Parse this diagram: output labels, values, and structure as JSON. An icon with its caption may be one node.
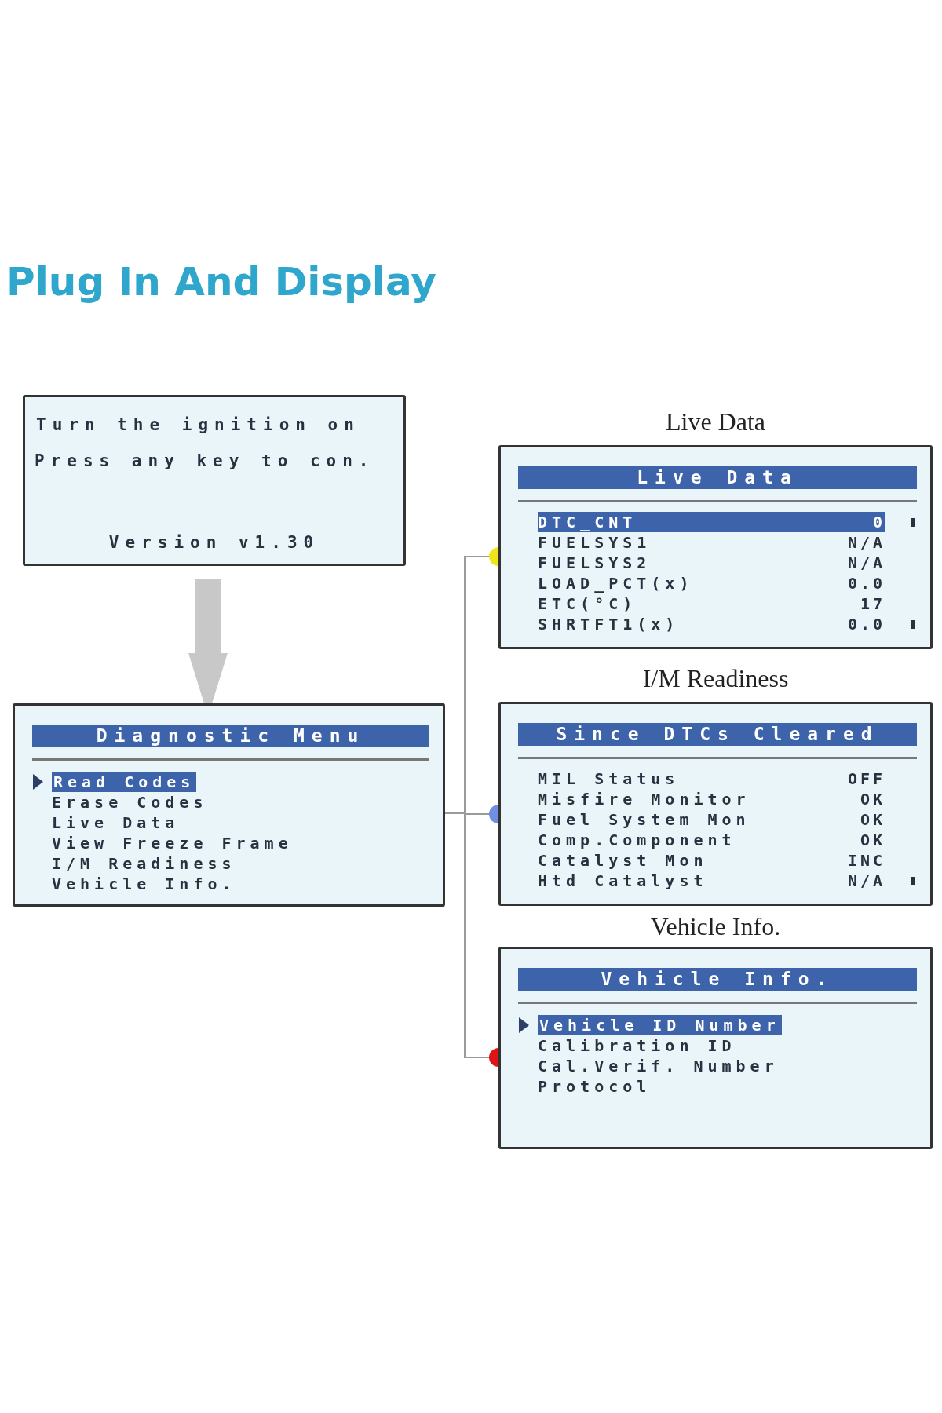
{
  "diagram": {
    "title": "Plug In And Display",
    "nodes": [
      {
        "text": [
          "Turn the ignition on",
          "Press any key to con.",
          "Version v1.30"
        ]
      },
      {
        "text": [
          "Diagnostic Menu",
          "Read Codes",
          "Erase Codes",
          "Live Data",
          "View Freeze Frame",
          "I/M Readiness",
          "Vehicle Info."
        ]
      },
      {
        "text": [
          "Live Data",
          "Live Data",
          "DTC_CNT",
          "0",
          "FUELSYS1",
          "N/A",
          "FUELSYS2",
          "N/A",
          "LOAD_PCT(x)",
          "0.0",
          "ETC(°C)",
          "17",
          "SHRTFT1(x)",
          "0.0"
        ]
      },
      {
        "text": [
          "I/M Readiness",
          "Since DTCs Cleared",
          "MIL Status",
          "OFF",
          "Misfire Monitor",
          "OK",
          "Fuel System Mon",
          "OK",
          "Comp.Component",
          "OK",
          "Catalyst Mon",
          "INC",
          "Htd Catalyst",
          "N/A"
        ]
      },
      {
        "text": [
          "Vehicle Info.",
          "Vehicle Info.",
          "Vehicle ID Number",
          "Calibration ID",
          "Cal.Verif. Number",
          "Protocol"
        ]
      }
    ],
    "edges": [
      {
        "from": 0,
        "to": 1,
        "arrow": "to",
        "style": "thick",
        "color": "#c8c8c8"
      },
      {
        "from": 1,
        "to": 2,
        "arrow": "other"
      },
      {
        "from": 1,
        "to": 3,
        "arrow": "other"
      },
      {
        "from": 1,
        "to": 4,
        "arrow": "other"
      }
    ]
  }
}
